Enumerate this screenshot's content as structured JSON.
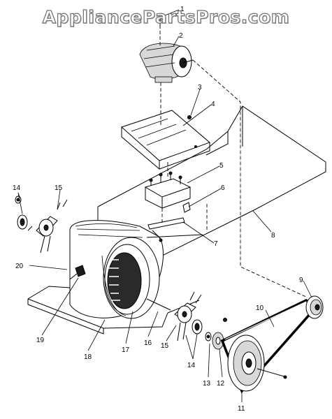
{
  "watermark": "AppliancePartsPros.com",
  "callouts": [
    {
      "id": "c1",
      "text": "1"
    },
    {
      "id": "c2",
      "text": "2"
    },
    {
      "id": "c3",
      "text": "3"
    },
    {
      "id": "c4",
      "text": "4"
    },
    {
      "id": "c5",
      "text": "5"
    },
    {
      "id": "c6",
      "text": "6"
    },
    {
      "id": "c7",
      "text": "7"
    },
    {
      "id": "c8",
      "text": "8"
    },
    {
      "id": "c9",
      "text": "9"
    },
    {
      "id": "c10",
      "text": "10"
    },
    {
      "id": "c11",
      "text": "11"
    },
    {
      "id": "c12",
      "text": "12"
    },
    {
      "id": "c13",
      "text": "13"
    },
    {
      "id": "c14a",
      "text": "14"
    },
    {
      "id": "c14b",
      "text": "14"
    },
    {
      "id": "c15a",
      "text": "15"
    },
    {
      "id": "c15b",
      "text": "15"
    },
    {
      "id": "c16",
      "text": "16"
    },
    {
      "id": "c17",
      "text": "17"
    },
    {
      "id": "c18",
      "text": "18"
    },
    {
      "id": "c19",
      "text": "19"
    },
    {
      "id": "c20",
      "text": "20"
    }
  ]
}
